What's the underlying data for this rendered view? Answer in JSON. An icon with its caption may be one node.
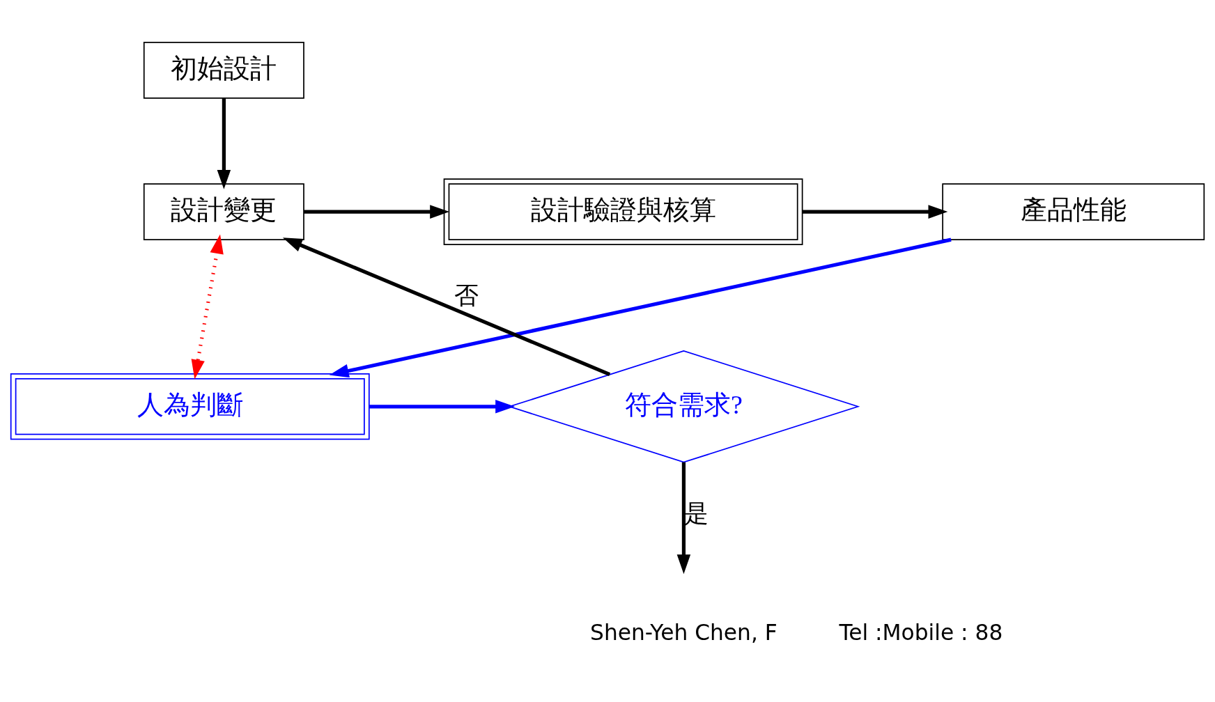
{
  "diagram": {
    "nodes": [
      {
        "text": [
          "初始設計"
        ]
      },
      {
        "text": [
          "設計變更"
        ]
      },
      {
        "text": [
          "設計驗證與核算"
        ]
      },
      {
        "text": [
          "產品性能"
        ]
      },
      {
        "text": [
          "人為判斷"
        ]
      },
      {
        "text": [
          "符合需求?"
        ]
      }
    ],
    "edges": [
      {
        "from": 0,
        "to": 1,
        "arrow": "to"
      },
      {
        "from": 1,
        "to": 2,
        "arrow": "to"
      },
      {
        "from": 2,
        "to": 3,
        "arrow": "to"
      },
      {
        "from": 3,
        "to": 4,
        "arrow": "to",
        "color": "#0000ff"
      },
      {
        "from": 4,
        "to": 5,
        "arrow": "to",
        "color": "#0000ff"
      },
      {
        "from": 5,
        "to": 1,
        "arrow": "to",
        "label": "否"
      },
      {
        "from": 5,
        "to": null,
        "arrow": "to",
        "label": "是"
      },
      {
        "from": 1,
        "to": 4,
        "arrow": "both",
        "style": "dashed",
        "color": "#ff0000"
      }
    ],
    "labels": [
      "Shen-Yeh Chen, F",
      "Tel :Mobile : 88"
    ]
  }
}
